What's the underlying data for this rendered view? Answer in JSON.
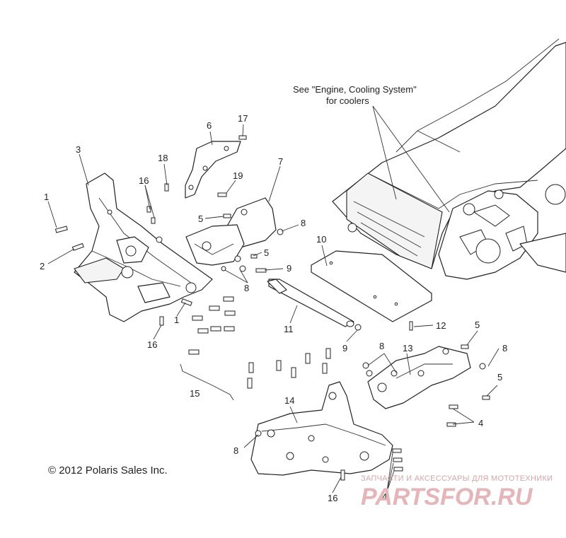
{
  "diagram": {
    "note_line1": "See \"Engine, Cooling System\"",
    "note_line2": "for coolers",
    "copyright": "© 2012 Polaris Sales Inc.",
    "watermark_small": "ЗАПЧАСТИ И АКСЕССУАРЫ ДЛЯ МОТОТЕХНИКИ",
    "watermark_big": "PARTSFOR.RU",
    "callouts": [
      {
        "id": "c1a",
        "text": "1"
      },
      {
        "id": "c1b",
        "text": "1"
      },
      {
        "id": "c2",
        "text": "2"
      },
      {
        "id": "c3",
        "text": "3"
      },
      {
        "id": "c4a",
        "text": "4"
      },
      {
        "id": "c4b",
        "text": "4"
      },
      {
        "id": "c5a",
        "text": "5"
      },
      {
        "id": "c5b",
        "text": "5"
      },
      {
        "id": "c5c",
        "text": "5"
      },
      {
        "id": "c5d",
        "text": "5"
      },
      {
        "id": "c6",
        "text": "6"
      },
      {
        "id": "c7",
        "text": "7"
      },
      {
        "id": "c8a",
        "text": "8"
      },
      {
        "id": "c8b",
        "text": "8"
      },
      {
        "id": "c8c",
        "text": "8"
      },
      {
        "id": "c8d",
        "text": "8"
      },
      {
        "id": "c8e",
        "text": "8"
      },
      {
        "id": "c9a",
        "text": "9"
      },
      {
        "id": "c9b",
        "text": "9"
      },
      {
        "id": "c10",
        "text": "10"
      },
      {
        "id": "c11",
        "text": "11"
      },
      {
        "id": "c12",
        "text": "12"
      },
      {
        "id": "c13",
        "text": "13"
      },
      {
        "id": "c14",
        "text": "14"
      },
      {
        "id": "c15",
        "text": "15"
      },
      {
        "id": "c16a",
        "text": "16"
      },
      {
        "id": "c16b",
        "text": "16"
      },
      {
        "id": "c16c",
        "text": "16"
      },
      {
        "id": "c17",
        "text": "17"
      },
      {
        "id": "c18",
        "text": "18"
      },
      {
        "id": "c19",
        "text": "19"
      }
    ]
  }
}
